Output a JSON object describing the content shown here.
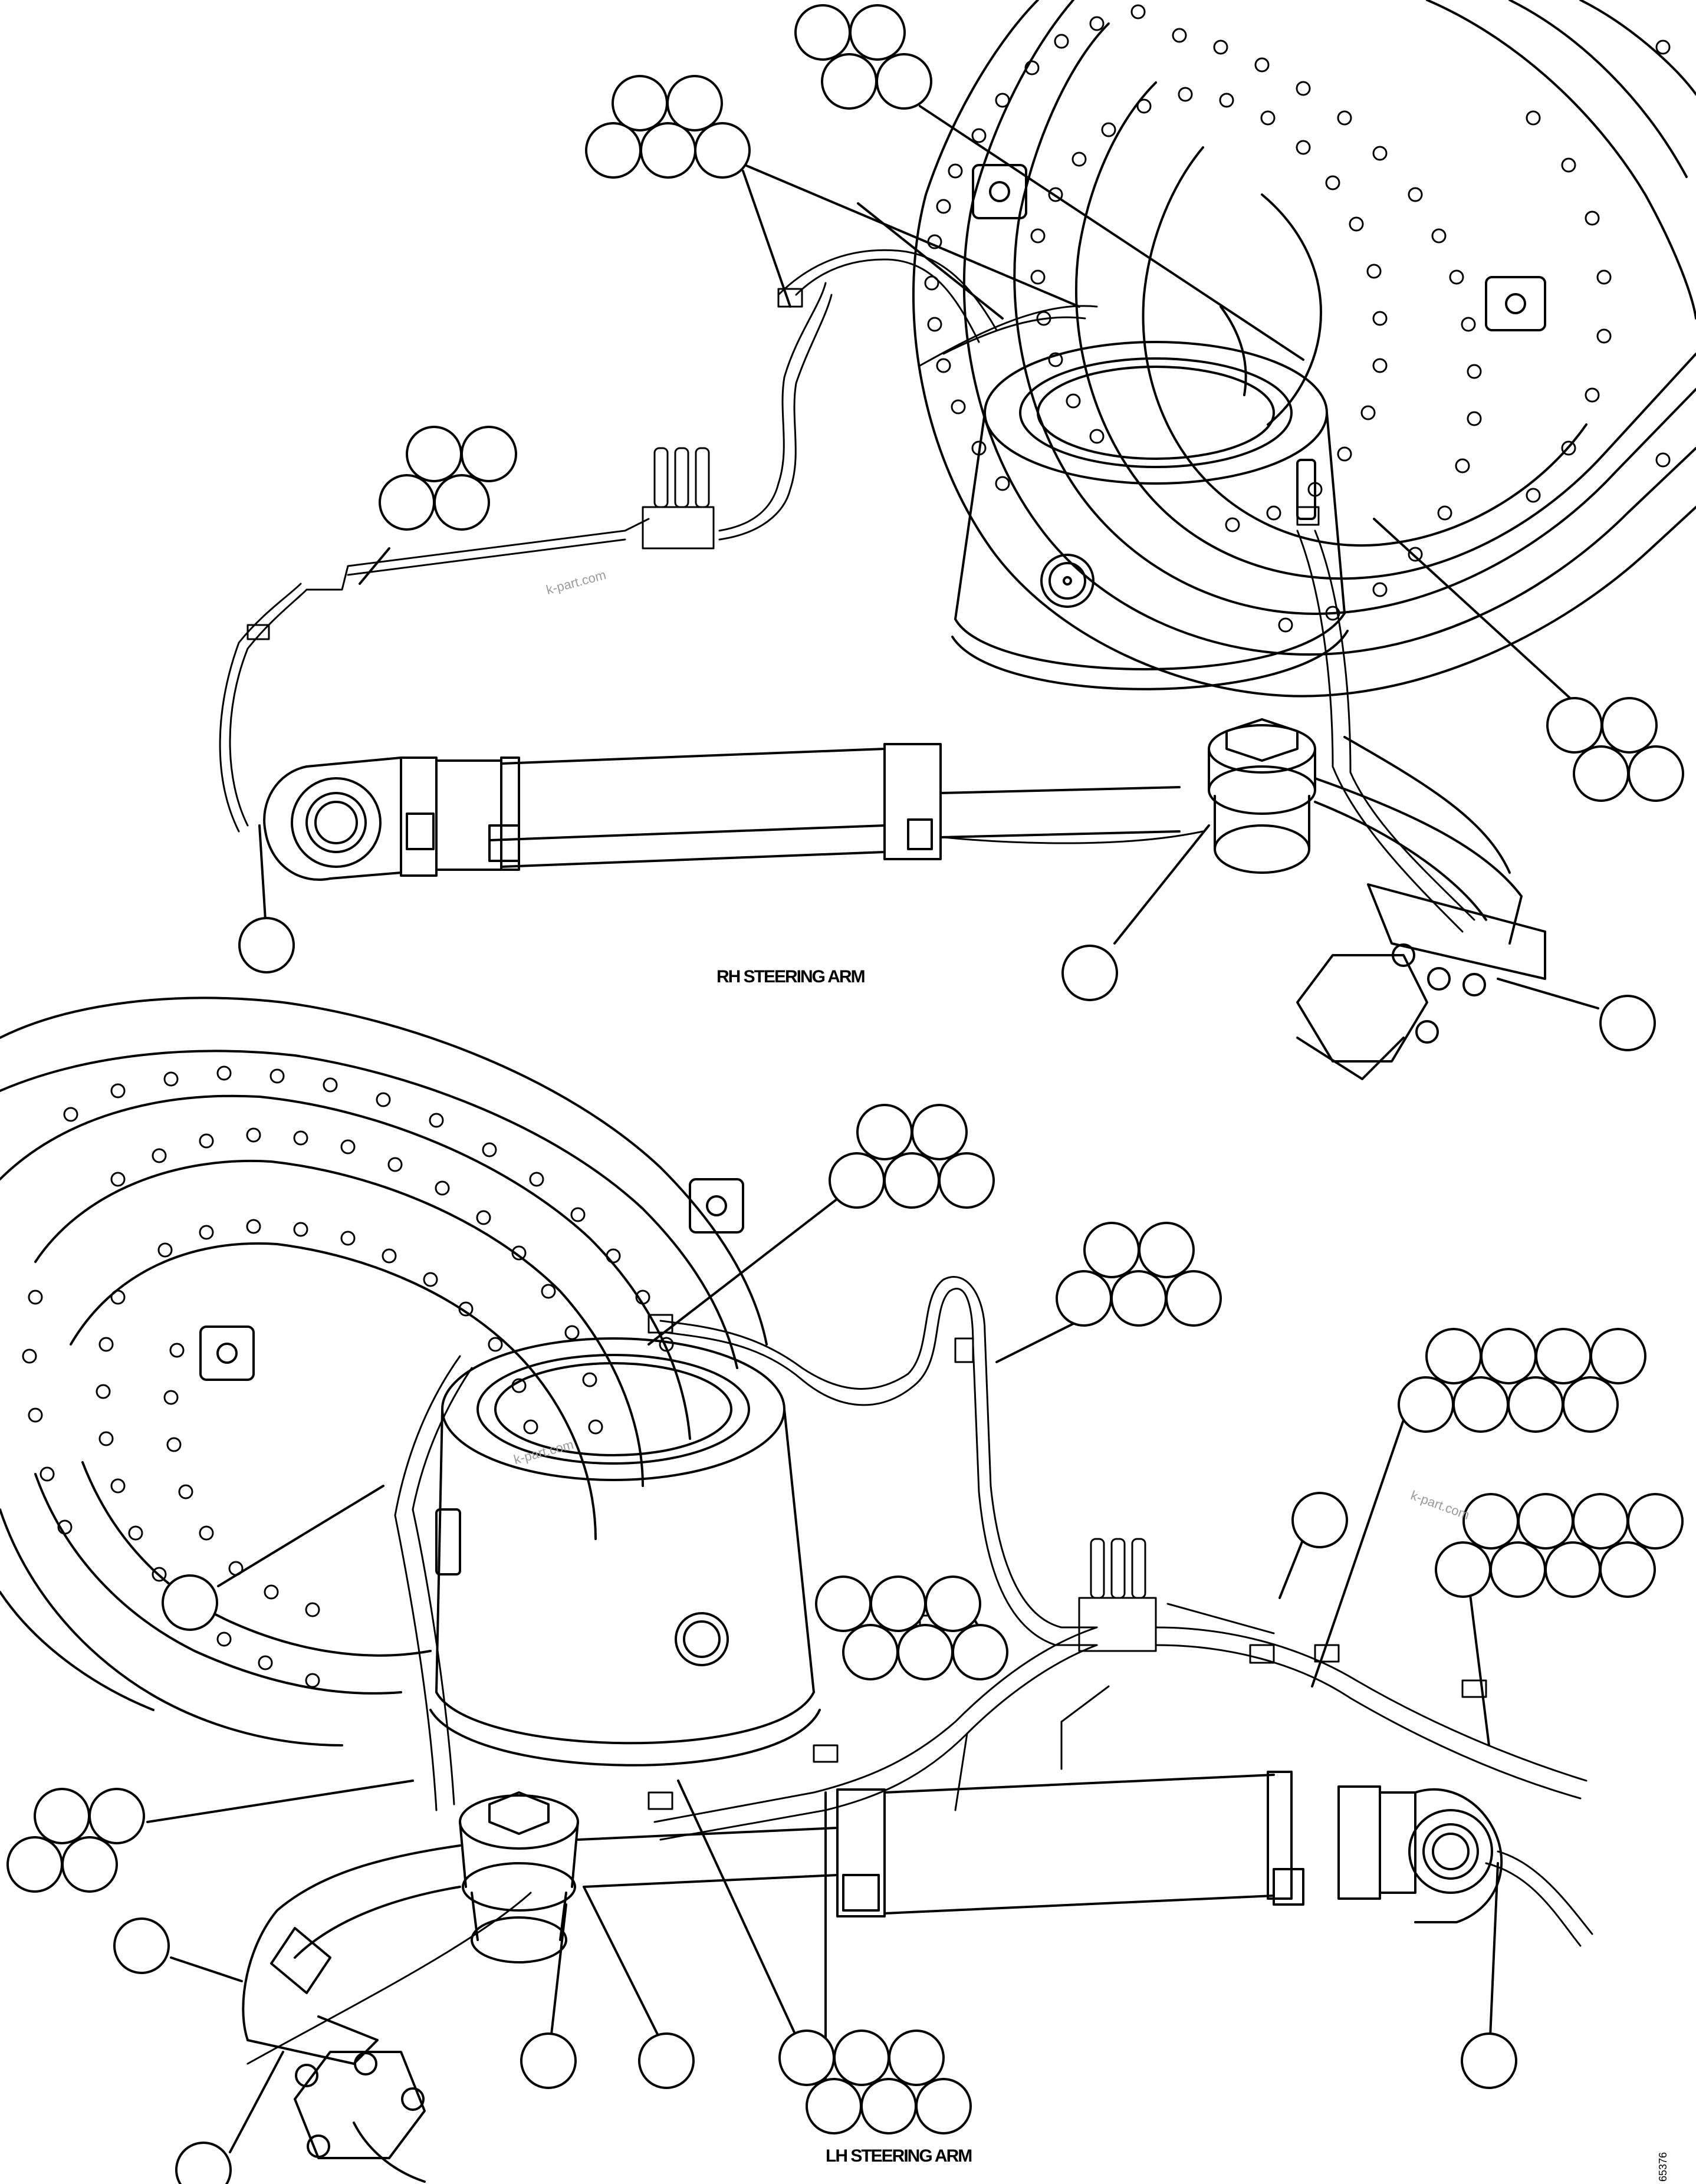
{
  "captions": {
    "rh": "RH STEERING ARM",
    "lh": "LH STEERING ARM"
  },
  "watermark": "k-part.com",
  "figure_id": "65376",
  "colors": {
    "line": "#000000",
    "background": "#ffffff",
    "watermark": "#9a9a9a"
  },
  "callout_shape": "empty-circle"
}
